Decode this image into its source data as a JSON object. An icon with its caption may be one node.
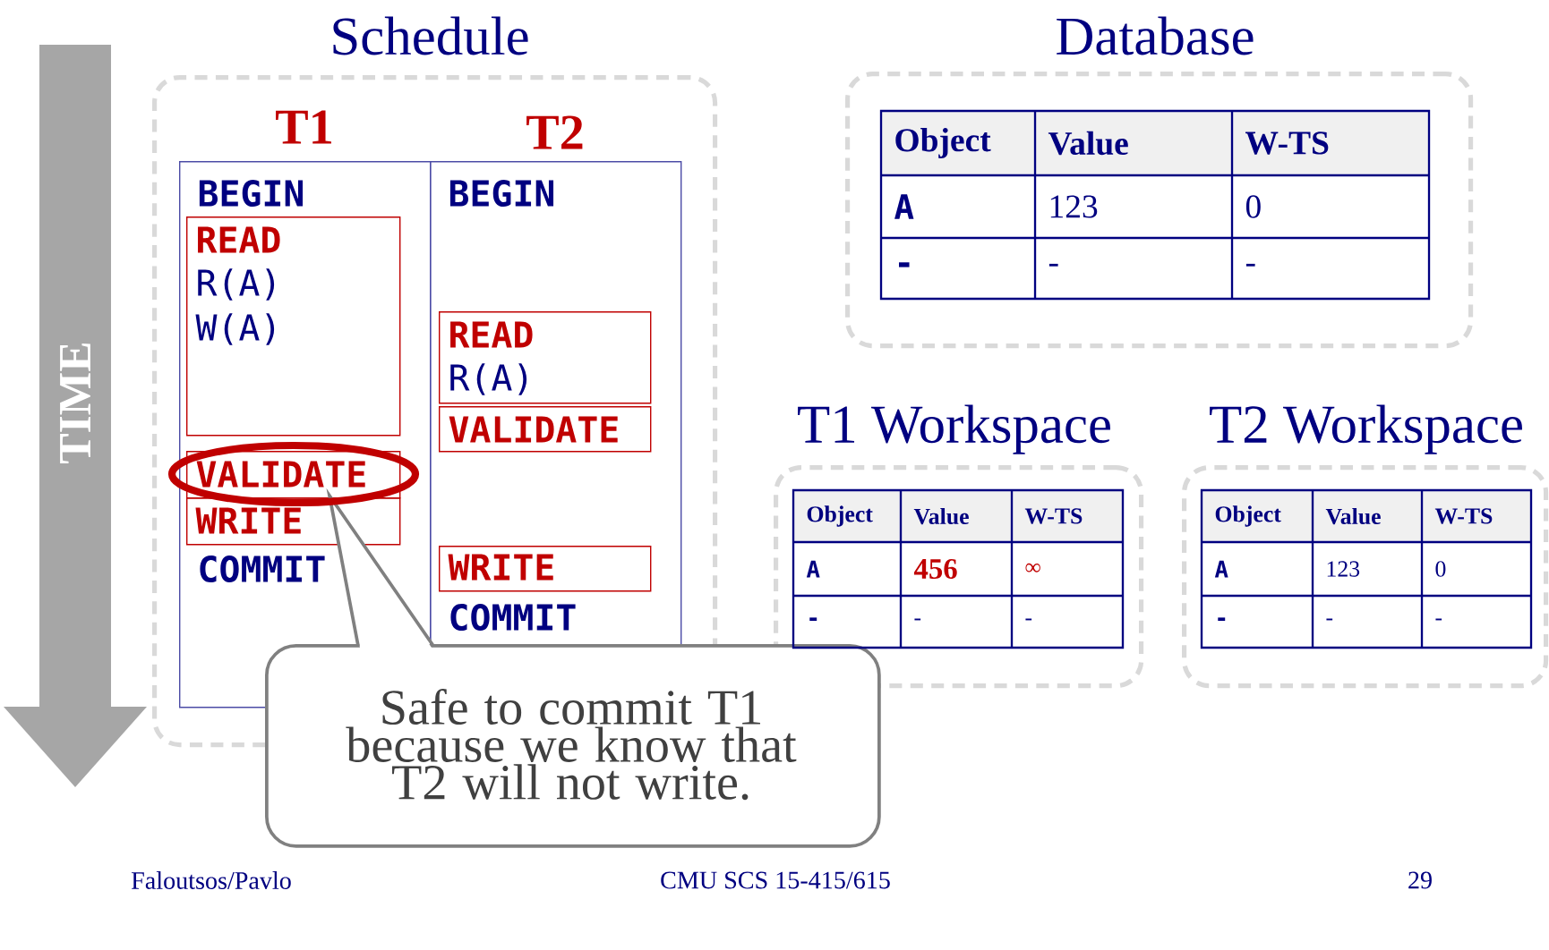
{
  "diagram": {
    "nodes": [
      {
        "text": [
          "Schedule"
        ]
      },
      {
        "text": [
          "T1",
          "BEGIN",
          "COMMIT"
        ],
        "in": 0
      },
      {
        "text": [
          "READ",
          "R(A)",
          "W(A)"
        ],
        "in": 1
      },
      {
        "text": [
          "VALIDATE"
        ],
        "in": 1
      },
      {
        "text": [
          "WRITE"
        ],
        "in": 1
      },
      {
        "text": [
          "T2",
          "BEGIN",
          "COMMIT"
        ],
        "in": 0
      },
      {
        "text": [
          "READ",
          "R(A)"
        ],
        "in": 5
      },
      {
        "text": [
          "VALIDATE"
        ],
        "in": 5
      },
      {
        "text": [
          "WRITE"
        ],
        "in": 5
      },
      {
        "text": [
          "Database"
        ]
      },
      {
        "text": [
          "T1 Workspace"
        ]
      },
      {
        "text": [
          "T2 Workspace"
        ]
      },
      {
        "text": [
          "Safe to commit T1 because we know that T2 will not write."
        ]
      }
    ],
    "labels": [
      "TIME",
      "Object",
      "Value",
      "W-TS",
      "A",
      "123",
      "0",
      "-",
      "-",
      "-",
      "Object",
      "Value",
      "W-TS",
      "A",
      "456",
      "∞",
      "-",
      "-",
      "-",
      "Object",
      "Value",
      "W-TS",
      "A",
      "123",
      "0",
      "-",
      "-",
      "-",
      "Faloutsos/Pavlo",
      "CMU SCS 15-415/615",
      "29"
    ]
  }
}
